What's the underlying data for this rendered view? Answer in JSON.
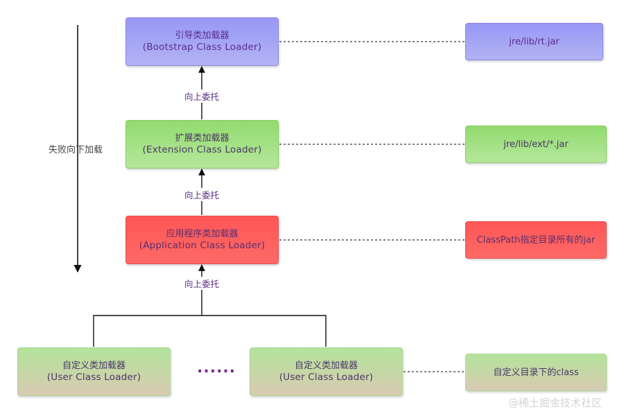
{
  "loaders": {
    "bootstrap": {
      "title": "引导类加载器",
      "subtitle": "(Bootstrap Class Loader)"
    },
    "extension": {
      "title": "扩展类加载器",
      "subtitle": "(Extension Class Loader)"
    },
    "application": {
      "title": "应用程序类加载器",
      "subtitle": "(Application Class Loader)"
    },
    "user_left": {
      "title": "自定义类加载器",
      "subtitle": "(User Class Loader)"
    },
    "user_right": {
      "title": "自定义类加载器",
      "subtitle": "(User Class Loader)"
    }
  },
  "paths": {
    "bootstrap": "jre/lib/rt.jar",
    "extension": "jre/lib/ext/*.jar",
    "application": "ClassPath指定目录所有的jar",
    "user": "自定义目录下的class"
  },
  "delegation_label": "向上委托",
  "failure_label": "失败向下加载",
  "ellipsis": "......",
  "watermark": "@稀土掘金技术社区",
  "colors": {
    "bootstrap": "#9b98f5",
    "extension": "#99dd77",
    "application": "#ff5a58",
    "user": "#b8e19f"
  }
}
